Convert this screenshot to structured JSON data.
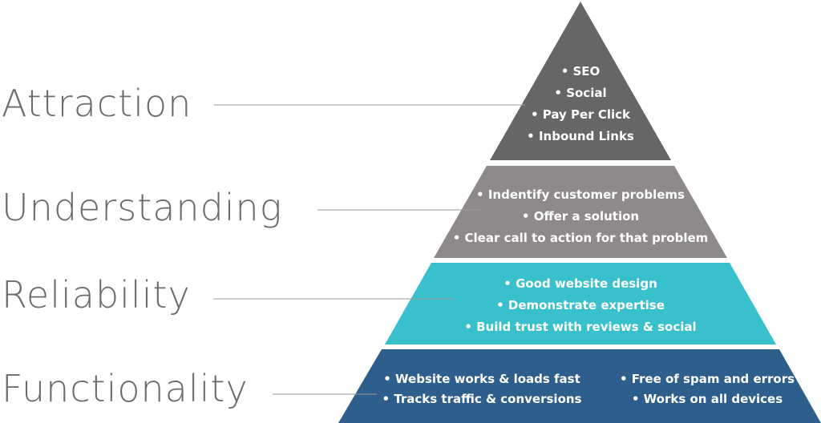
{
  "colors": {
    "attraction": "#676565",
    "understanding": "#8f8a8a",
    "reliability": "#38c1cc",
    "functionality": "#2e5f8c",
    "connector": "#9a9a9a",
    "label_text": "#6b6b6b"
  },
  "layers": [
    {
      "key": "attraction",
      "label": "Attraction",
      "bullets": [
        "SEO",
        "Social",
        "Pay Per Click",
        "Inbound Links"
      ]
    },
    {
      "key": "understanding",
      "label": "Understanding",
      "bullets": [
        "Indentify customer problems",
        "Offer a solution",
        "Clear call to action for that problem"
      ]
    },
    {
      "key": "reliability",
      "label": "Reliability",
      "bullets": [
        "Good website design",
        "Demonstrate expertise",
        "Build trust with reviews & social"
      ]
    },
    {
      "key": "functionality",
      "label": "Functionality",
      "bullets_left": [
        "Website works & loads fast",
        "Tracks traffic & conversions"
      ],
      "bullets_right": [
        "Free of spam and errors",
        "Works on all devices"
      ]
    }
  ]
}
